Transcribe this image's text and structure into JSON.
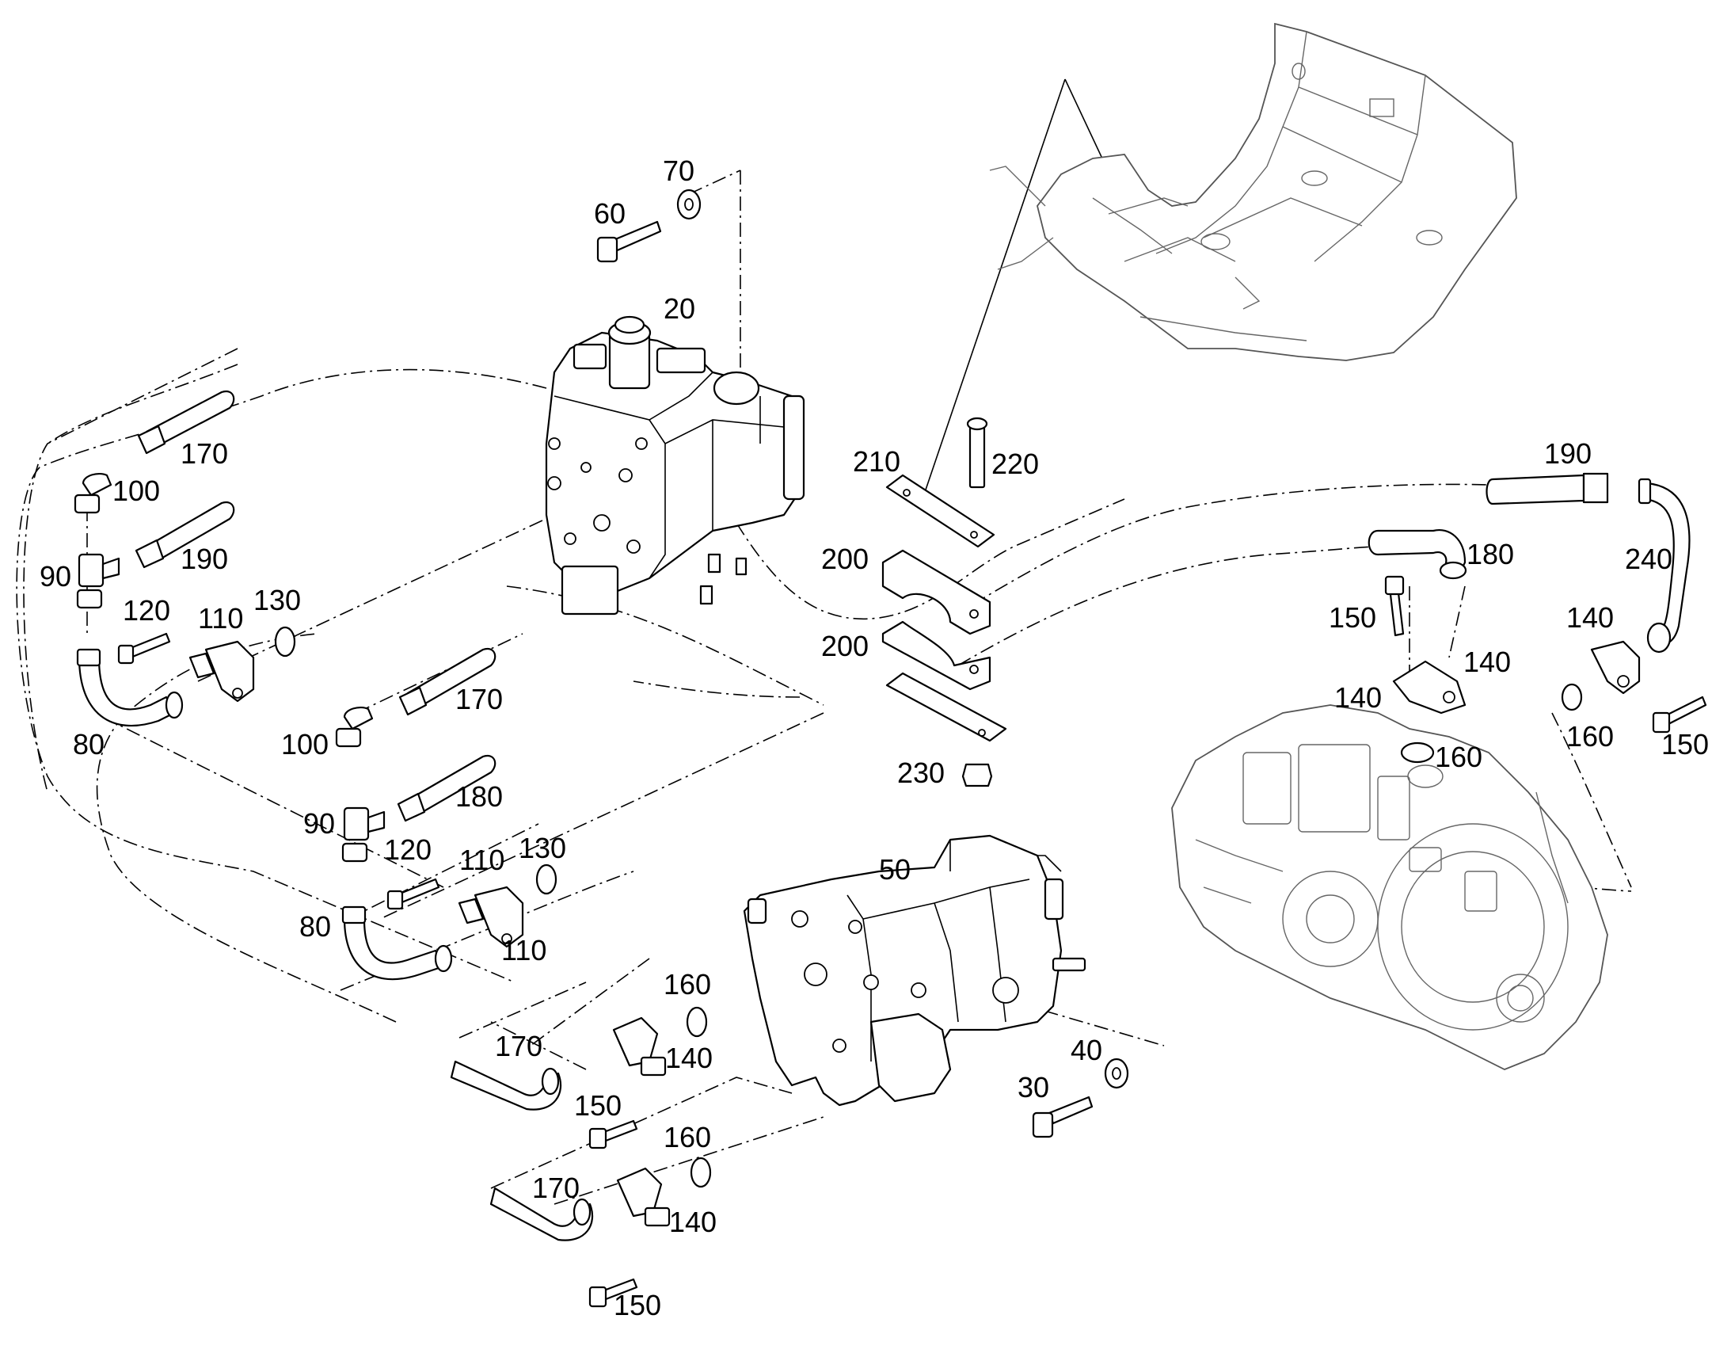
{
  "callouts": [
    {
      "id": "c70",
      "text": "70"
    },
    {
      "id": "c60",
      "text": "60"
    },
    {
      "id": "c20",
      "text": "20"
    },
    {
      "id": "c170a",
      "text": "170"
    },
    {
      "id": "c100a",
      "text": "100"
    },
    {
      "id": "c90a",
      "text": "90"
    },
    {
      "id": "c190a",
      "text": "190"
    },
    {
      "id": "c120a",
      "text": "120"
    },
    {
      "id": "c110a",
      "text": "110"
    },
    {
      "id": "c130a",
      "text": "130"
    },
    {
      "id": "c80a",
      "text": "80"
    },
    {
      "id": "c170b",
      "text": "170"
    },
    {
      "id": "c100b",
      "text": "100"
    },
    {
      "id": "c180a",
      "text": "180"
    },
    {
      "id": "c90b",
      "text": "90"
    },
    {
      "id": "c120b",
      "text": "120"
    },
    {
      "id": "c110b",
      "text": "110"
    },
    {
      "id": "c130b",
      "text": "130"
    },
    {
      "id": "c80b",
      "text": "80"
    },
    {
      "id": "c110c",
      "text": "110"
    },
    {
      "id": "c210",
      "text": "210"
    },
    {
      "id": "c220",
      "text": "220"
    },
    {
      "id": "c200a",
      "text": "200"
    },
    {
      "id": "c200b",
      "text": "200"
    },
    {
      "id": "c230",
      "text": "230"
    },
    {
      "id": "c50",
      "text": "50"
    },
    {
      "id": "c160a",
      "text": "160"
    },
    {
      "id": "c170c",
      "text": "170"
    },
    {
      "id": "c140a",
      "text": "140"
    },
    {
      "id": "c150a",
      "text": "150"
    },
    {
      "id": "c160b",
      "text": "160"
    },
    {
      "id": "c170d",
      "text": "170"
    },
    {
      "id": "c140b",
      "text": "140"
    },
    {
      "id": "c150b",
      "text": "150"
    },
    {
      "id": "c40",
      "text": "40"
    },
    {
      "id": "c30",
      "text": "30"
    },
    {
      "id": "c190b",
      "text": "190"
    },
    {
      "id": "c180b",
      "text": "180"
    },
    {
      "id": "c240",
      "text": "240"
    },
    {
      "id": "c150c",
      "text": "150"
    },
    {
      "id": "c140c",
      "text": "140"
    },
    {
      "id": "c140d",
      "text": "140"
    },
    {
      "id": "c140e",
      "text": "140"
    },
    {
      "id": "c160c",
      "text": "160"
    },
    {
      "id": "c160d",
      "text": "160"
    },
    {
      "id": "c150d",
      "text": "150"
    }
  ]
}
